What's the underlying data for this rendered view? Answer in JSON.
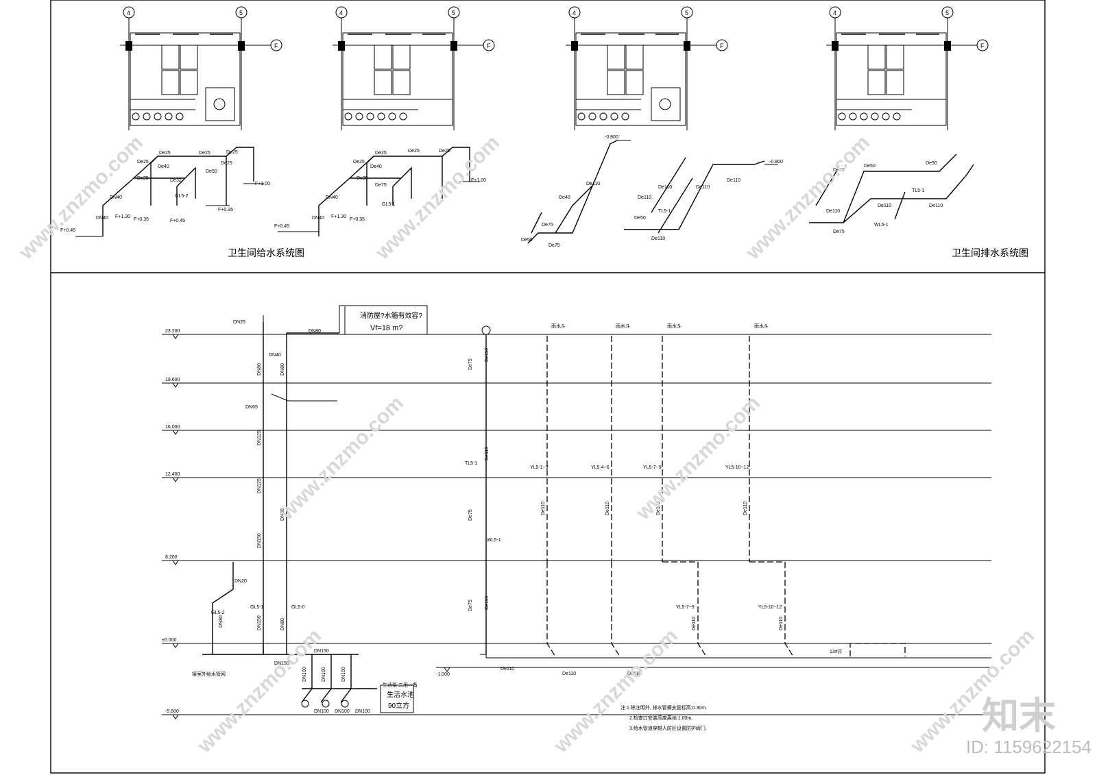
{
  "titles": {
    "supply": "卫生间给水系统图",
    "drain": "卫生间排水系统图"
  },
  "grid": {
    "axis_4": "4",
    "axis_5": "5",
    "axis_f": "F"
  },
  "supply_labels": [
    "De25",
    "De25",
    "De40",
    "De25",
    "De25",
    "De50",
    "De25",
    "De25",
    "De25",
    "De25",
    "DN40",
    "DN40",
    "F+1.30",
    "F+0.35",
    "F+0.45",
    "F+0.35",
    "F+1.00",
    "F+0.45",
    "GL5-2",
    "GL5-1",
    "De32",
    "De40",
    "De75"
  ],
  "drain_labels": [
    "-0.800",
    "-0.800",
    "De110",
    "De75",
    "De50",
    "De50",
    "De110",
    "De110",
    "De110",
    "De110",
    "De50",
    "De110",
    "De50",
    "De75",
    "De50",
    "TL5-1",
    "WL5-1",
    "De40",
    "De40"
  ],
  "system": {
    "elevations": [
      "23.200",
      "19.600",
      "16.000",
      "12.400",
      "8.200",
      "±0.000",
      "-1.000",
      "-5.600"
    ],
    "tank_note_line1": "消防屋?水箱有效容?",
    "tank_note_line2": "Vf=18 m?",
    "dn25": "DN25",
    "dn80_top": "DN80",
    "rain_hopper": "雨水斗",
    "riser_labels": [
      "YL5-1~3",
      "YL5-4~6",
      "YL5-7~9",
      "YL5-10~12"
    ],
    "lower_riser_labels": [
      "YL5-7~9",
      "YL5-10~12"
    ],
    "tl": "TL5-1",
    "wl": "WL5-1",
    "gl": [
      "GL5-2",
      "GL5-1",
      "GL5-0"
    ],
    "pipe_labels": [
      "DN65",
      "DN40",
      "DN80",
      "DN80",
      "DN125",
      "DN125",
      "DN150",
      "DN150",
      "DN20",
      "DN80",
      "DN80",
      "DN150",
      "DN150",
      "DN80",
      "De110",
      "De75",
      "De110",
      "De75",
      "De75",
      "De110",
      "De110",
      "De110",
      "De110",
      "De110",
      "De110",
      "De110",
      "De110",
      "De110",
      "De110"
    ],
    "dn100": "DN100",
    "pump_label": "生活泵 二用一备",
    "tank_label_line1": "生活水池",
    "tank_label_line2": "90立方",
    "well_label": "13#井",
    "municipal": "接室外给水管网",
    "notes": [
      "注:1.除注明外, 排水管横支管标高:0.30m.",
      "2.检查口安装高度离地:1.00m.",
      "3.给水管道穿越人防区设置防护阀门."
    ]
  },
  "watermark": {
    "logo": "知末",
    "id": "ID: 1159622154",
    "site": "www.znzmo.com"
  }
}
